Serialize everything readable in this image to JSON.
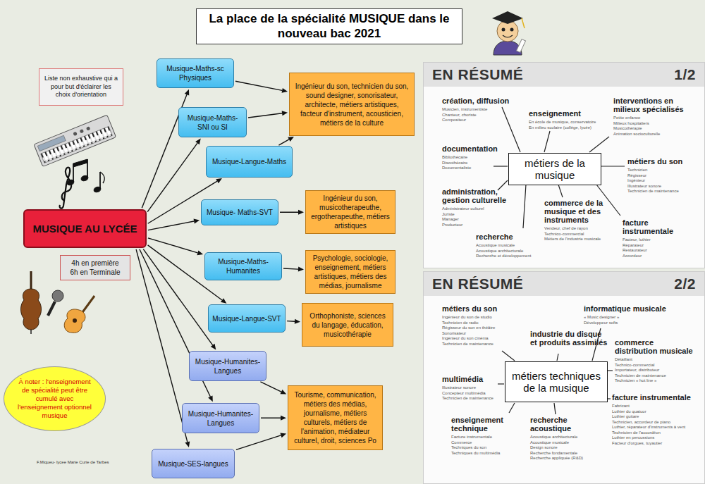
{
  "diagram": {
    "title": "La place de la spécialité MUSIQUE dans le nouveau bac 2021",
    "nodes": [
      {
        "text": [
          "Liste non exhaustive qui a pour but d'éclairer les choix d'orientation"
        ]
      },
      {
        "text": [
          "MUSIQUE AU LYCÉE"
        ]
      },
      {
        "text": [
          "4h en première 6h en Terminale"
        ]
      },
      {
        "text": [
          "À noter : l'enseignement de spécialité peut être cumulé avec l'enseignement optionnel musique"
        ]
      },
      {
        "text": [
          "Musique-Maths-sc Physiques"
        ]
      },
      {
        "text": [
          "Musique-Maths-SNI ou SI"
        ]
      },
      {
        "text": [
          "Musique-Langue-Maths"
        ]
      },
      {
        "text": [
          "Musique- Maths-SVT"
        ]
      },
      {
        "text": [
          "Musique-Maths-Humanites"
        ]
      },
      {
        "text": [
          "Musique-Langue-SVT"
        ]
      },
      {
        "text": [
          "Musique-Humanites-Langues"
        ]
      },
      {
        "text": [
          "Musique-Humanites-Langues"
        ]
      },
      {
        "text": [
          "Musique-SES-langues"
        ]
      },
      {
        "text": [
          "Ingénieur du son, technicien du son, sound designer, sonorisateur, architecte, métiers artistiques, facteur d'instrument, acousticien, métiers de la culture"
        ]
      },
      {
        "text": [
          "Ingénieur du son, musicotherapeuthe, ergotherapeuthe, métiers artistiques"
        ]
      },
      {
        "text": [
          "Psychologie, sociologie, enseignement, métiers artistiques, métiers des médias, journalisme"
        ]
      },
      {
        "text": [
          "Orthophoniste, sciences du langage, éducation, musicothérapie"
        ]
      },
      {
        "text": [
          "Tourisme, communication, métiers des médias, journalisme, métiers culturels, métiers de l'animation, médiateur culturel, droit, sciences Po"
        ]
      },
      {
        "text": [
          "EN RÉSUMÉ",
          "1/2"
        ]
      },
      {
        "text": [
          "métiers de la musique"
        ],
        "in": 18
      },
      {
        "text": [
          "EN RÉSUMÉ",
          "2/2"
        ]
      },
      {
        "text": [
          "métiers techniques de la musique"
        ],
        "in": 20
      }
    ],
    "edges": [
      {
        "from": 1,
        "to": 4,
        "arrow": "to"
      },
      {
        "from": 1,
        "to": 5,
        "arrow": "to"
      },
      {
        "from": 1,
        "to": 6,
        "arrow": "to"
      },
      {
        "from": 1,
        "to": 7,
        "arrow": "to"
      },
      {
        "from": 1,
        "to": 8,
        "arrow": "to"
      },
      {
        "from": 1,
        "to": 9,
        "arrow": "to"
      },
      {
        "from": 1,
        "to": 10,
        "arrow": "to"
      },
      {
        "from": 1,
        "to": 11,
        "arrow": "to"
      },
      {
        "from": 1,
        "to": 12,
        "arrow": "to"
      },
      {
        "from": 4,
        "to": 13,
        "arrow": "to"
      },
      {
        "from": 5,
        "to": 13,
        "arrow": "to"
      },
      {
        "from": 6,
        "to": 13,
        "arrow": "to"
      },
      {
        "from": 7,
        "to": 14,
        "arrow": "to"
      },
      {
        "from": 8,
        "to": 15,
        "arrow": "to"
      },
      {
        "from": 9,
        "to": 16,
        "arrow": "to"
      },
      {
        "from": 10,
        "to": 17,
        "arrow": "to"
      },
      {
        "from": 11,
        "to": 17,
        "arrow": "to"
      },
      {
        "from": 12,
        "to": 17,
        "arrow": "to"
      }
    ],
    "labels": [
      "F.Miqueu- lycee Marie Curie de Tarbes",
      "création, diffusion",
      "Musicien, instrumentiste",
      "Chanteur, choriste",
      "Compositeur",
      "enseignement",
      "En école de musique, conservatoire",
      "En milieu scolaire (collège, lycée)",
      "interventions en milieux spécialisés",
      "Petite enfance",
      "Milieux hospitaliers",
      "Musicothérapie",
      "Animation socioculturelle",
      "documentation",
      "Bibliothécaire",
      "Discothécaire",
      "Documentaliste",
      "métiers du son",
      "Technicien",
      "Régisseur",
      "Ingénieur",
      "Illustrateur sonore",
      "Technicien de maintenance",
      "administration, gestion culturelle",
      "Administrateur culturel",
      "Juriste",
      "Manager",
      "Producteur",
      "commerce de la musique et des instruments",
      "Vendeur, chef de rayon",
      "Technico-commercial",
      "Métiers de l'industrie musicale",
      "facture instrumentale",
      "Facteur, luthier",
      "Réparateur",
      "Restaurateur",
      "Accordeur",
      "recherche",
      "Acoustique musicale",
      "Acoustique architecturale",
      "Recherche et développement",
      "métiers du son",
      "Ingénieur du son de studio",
      "Technicien de radio",
      "Régisseur du son en théâtre",
      "Sonorisateur",
      "Ingénieur du son cinéma",
      "Technicien de maintenance",
      "industrie du disque et produits assimilés",
      "informatique musicale",
      "« Music designer »",
      "Développeur softs",
      "commerce distribution musicale",
      "Détaillant",
      "Technico-commercial",
      "Importateur, distributeur",
      "Technicien de maintenance",
      "Technicien « hot line »",
      "multimédia",
      "Illustrateur sonore",
      "Concepteur multimédia",
      "Technicien de maintenance",
      "enseignement technique",
      "Facture instrumentale",
      "Commerce",
      "Techniques du son",
      "Techniques du multimédia",
      "recherche acoustique",
      "Acoustique architecturale",
      "Acoustique musicale",
      "Design sonore",
      "Recherche fondamentale",
      "Recherche appliquée (R&D)",
      "facture instrumentale",
      "Fabricant",
      "Luthier du quatuor",
      "Luthier guitare",
      "Technicien, accordeur de piano",
      "Luthier, réparateur d'instruments à vent",
      "Technicien de l'accordéon",
      "Luthier en percussions",
      "Facteur d'orgues, tuyautier"
    ]
  }
}
